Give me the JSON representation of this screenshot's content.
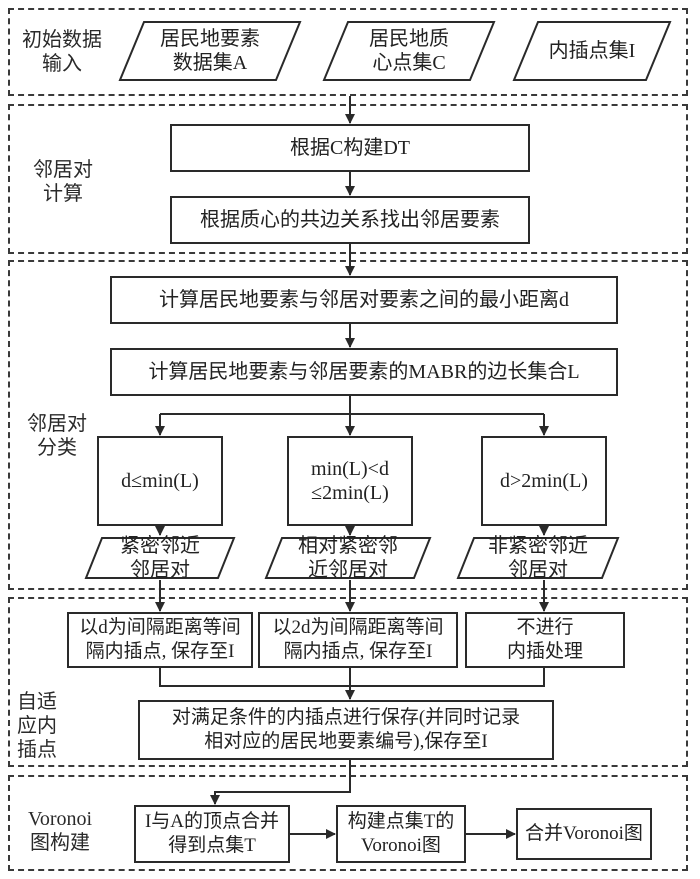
{
  "sections": {
    "input": {
      "label": "初始数据\n输入"
    },
    "neighbor_calc": {
      "label": "邻居对\n计算"
    },
    "neighbor_class": {
      "label": "邻居对\n分类"
    },
    "interp": {
      "label": "自适\n应内\n插点"
    },
    "voronoi": {
      "label": "Voronoi\n图构建"
    }
  },
  "inputs": [
    {
      "text": "居民地要素\n数据集A"
    },
    {
      "text": "居民地质\n心点集C"
    },
    {
      "text": "内插点集I"
    }
  ],
  "steps": {
    "build_dt": "根据C构建DT",
    "find_neighbors": "根据质心的共边关系找出邻居要素",
    "min_distance": "计算居民地要素与邻居对要素之间的最小距离d",
    "mabr_edges": "计算居民地要素与邻居要素的MABR的边长集合L"
  },
  "conditions": [
    {
      "text": "d≤min(L)"
    },
    {
      "text": "min(L)<d\n≤2min(L)"
    },
    {
      "text": "d>2min(L)"
    }
  ],
  "classes": [
    {
      "text": "紧密邻近\n邻居对"
    },
    {
      "text": "相对紧密邻\n近邻居对"
    },
    {
      "text": "非紧密邻近\n邻居对"
    }
  ],
  "actions": [
    {
      "text": "以d为间隔距离等间\n隔内插点, 保存至I"
    },
    {
      "text": "以2d为间隔距离等间\n隔内插点, 保存至I"
    },
    {
      "text": "不进行\n内插处理"
    }
  ],
  "save_step": "对满足条件的内插点进行保存(并同时记录\n相对应的居民地要素编号),保存至I",
  "voronoi_steps": [
    {
      "text": "I与A的顶点合并\n得到点集T"
    },
    {
      "text": "构建点集T的\nVoronoi图"
    },
    {
      "text": "合并Voronoi图"
    }
  ]
}
